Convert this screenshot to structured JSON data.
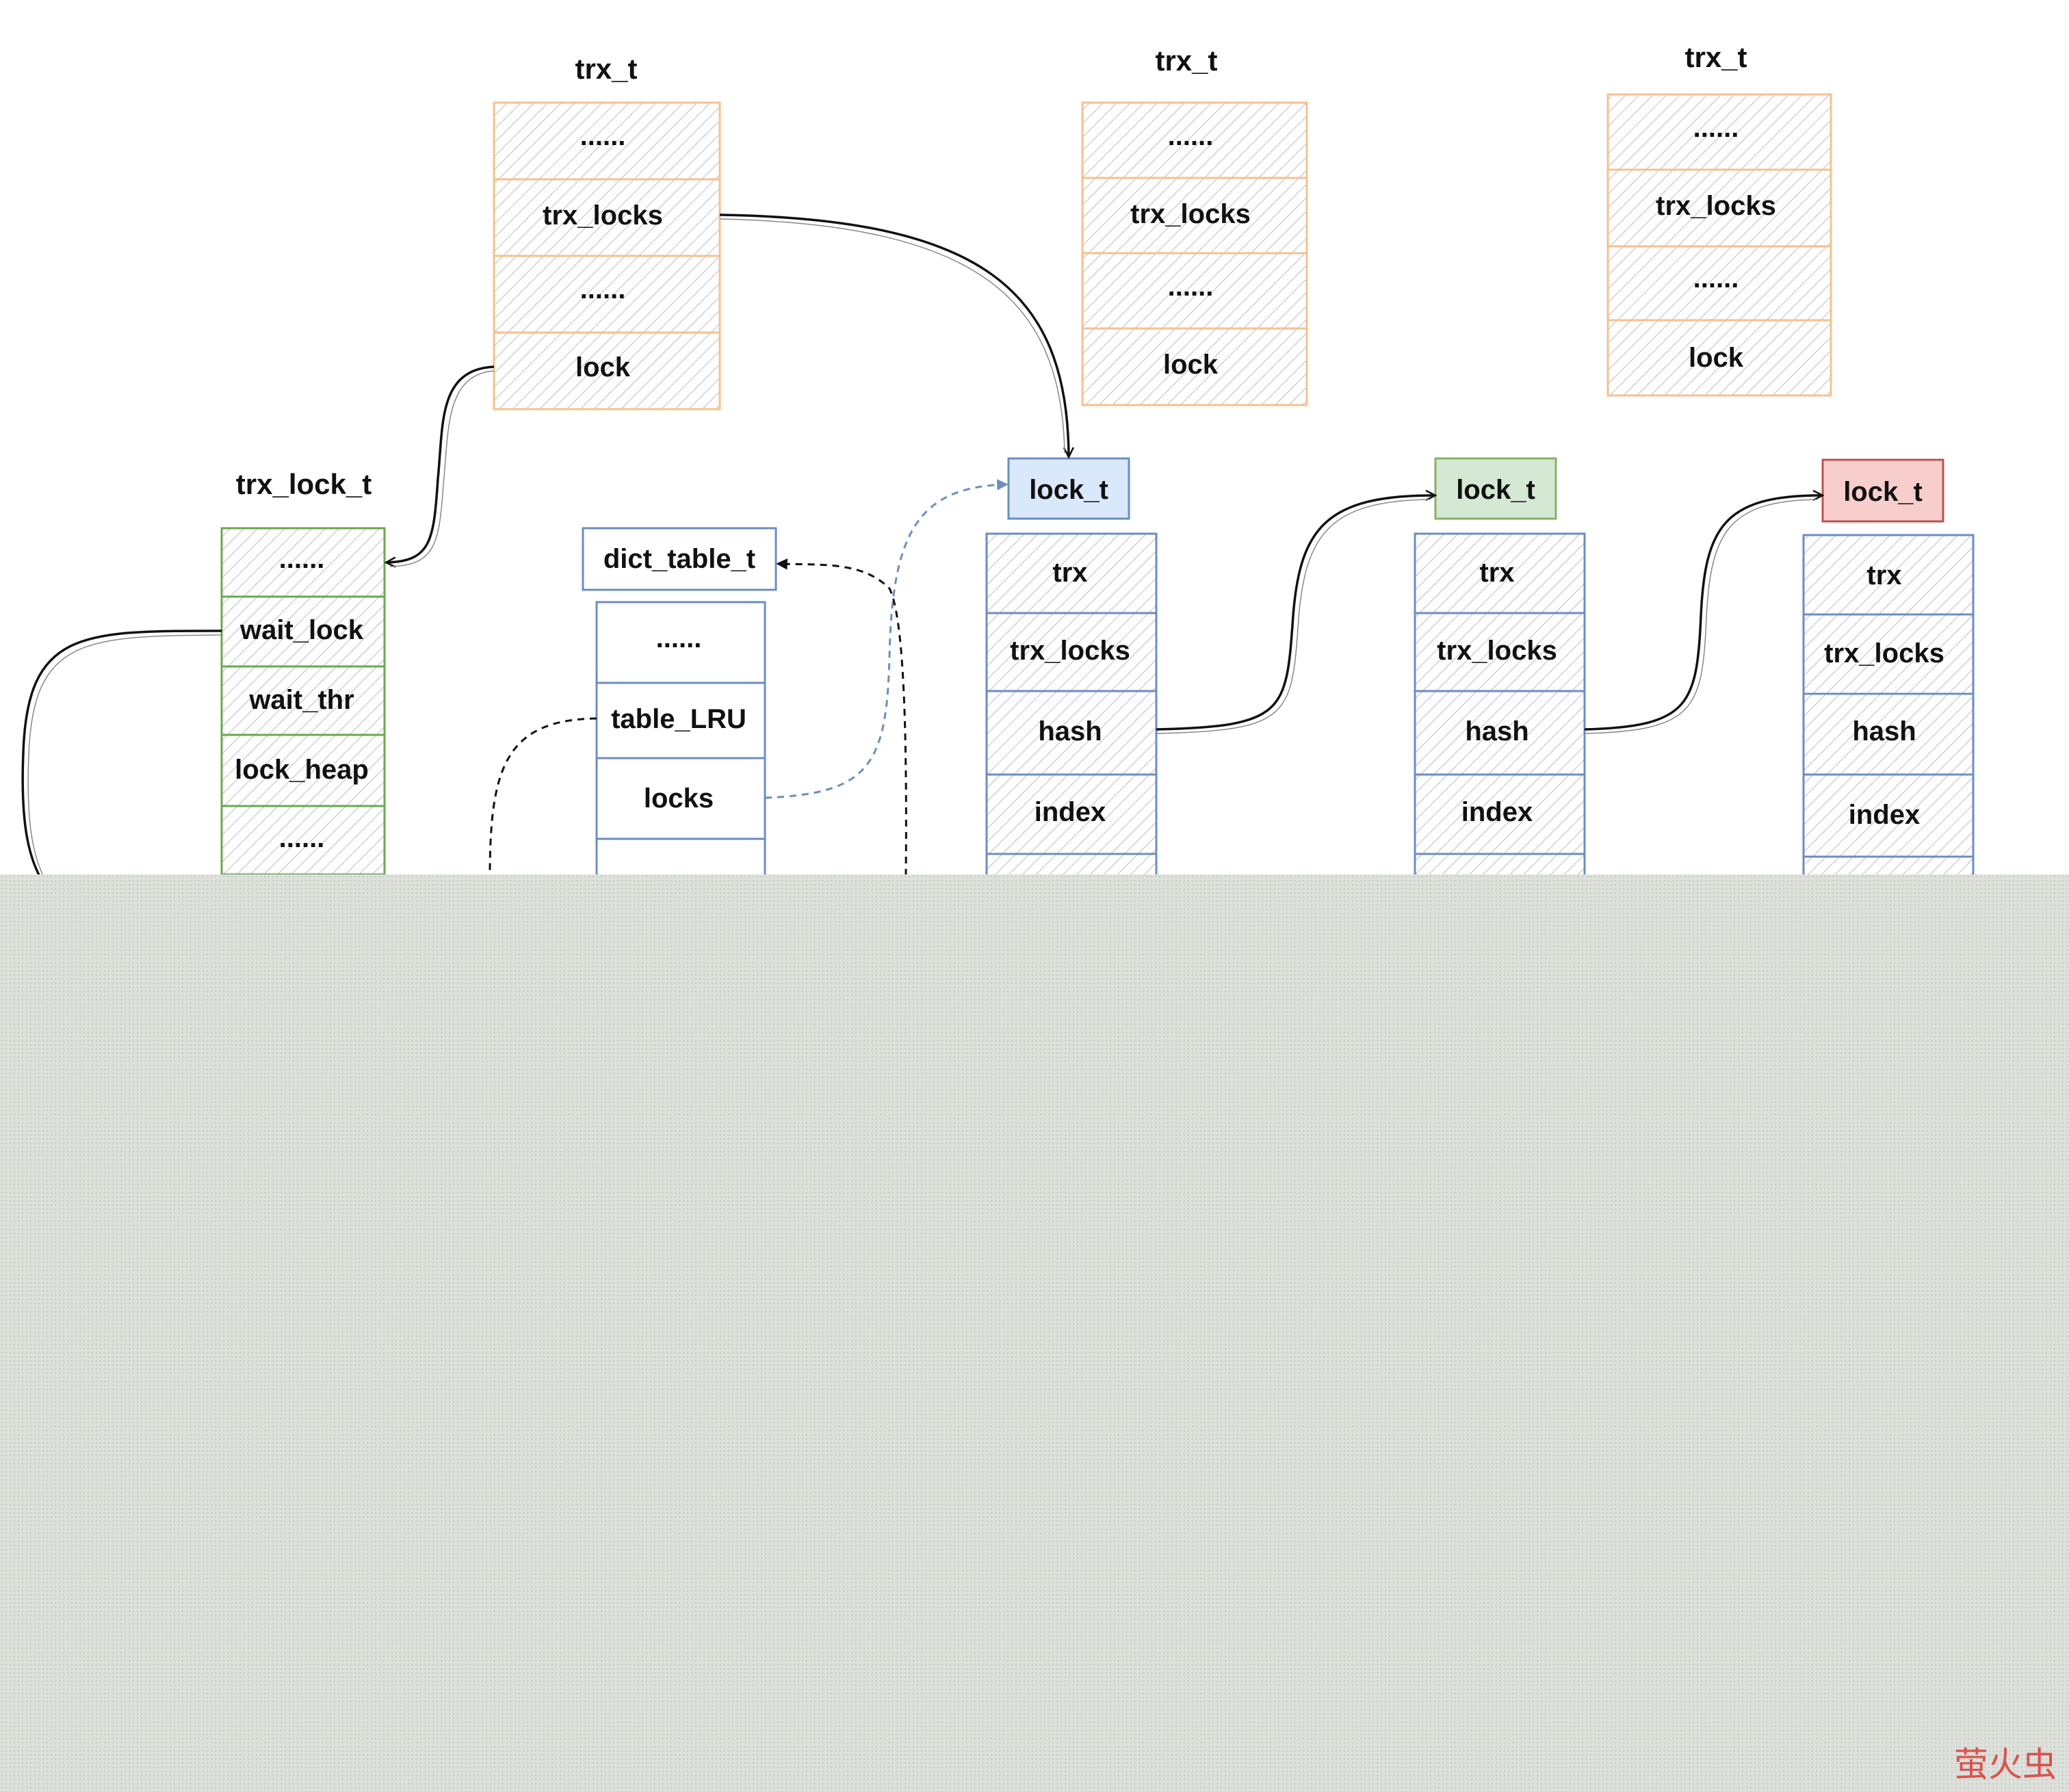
{
  "trx_blocks": [
    {
      "title": "trx_t",
      "cells": [
        "......",
        "trx_locks",
        "......",
        "lock"
      ]
    },
    {
      "title": "trx_t",
      "cells": [
        "......",
        "trx_locks",
        "......",
        "lock"
      ]
    },
    {
      "title": "trx_t",
      "cells": [
        "......",
        "trx_locks",
        "......",
        "lock"
      ]
    }
  ],
  "trx_lock_block": {
    "title": "trx_lock_t",
    "cells": [
      "......",
      "wait_lock",
      "wait_thr",
      "lock_heap",
      "......"
    ]
  },
  "dict_table": {
    "title": "dict_table_t",
    "cells": [
      "......",
      "table_LRU",
      "locks",
      ""
    ]
  },
  "lock_blocks": [
    {
      "title": "lock_t",
      "header_color": "#dae8fc",
      "header_stroke": "#6c8ebf",
      "cells": [
        "trx",
        "trx_locks",
        "hash",
        "index",
        ""
      ]
    },
    {
      "title": "lock_t",
      "header_color": "#d5e8d4",
      "header_stroke": "#82b366",
      "cells": [
        "trx",
        "trx_locks",
        "hash",
        "index",
        ""
      ]
    },
    {
      "title": "lock_t",
      "header_color": "#f8cecc",
      "header_stroke": "#b85450",
      "cells": [
        "trx",
        "trx_locks",
        "hash",
        "index",
        ""
      ]
    }
  ],
  "colors": {
    "trx_stroke": "#f5c18f",
    "trx_lock_stroke": "#6aa84f",
    "blue_stroke": "#6c8ebf",
    "hatch": "#b4b4b4",
    "overlay": "#dde0db",
    "overlay_dot": "#c4c8c2"
  },
  "watermark": "萤火虫"
}
